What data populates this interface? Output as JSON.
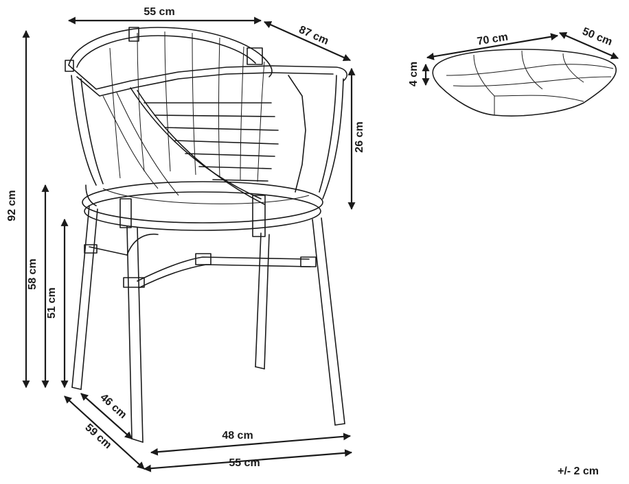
{
  "dimensions": {
    "chair_top_width": "55 cm",
    "chair_side_depth": "87 cm",
    "chair_height_total": "92 cm",
    "armrest_height": "58 cm",
    "seat_height": "51 cm",
    "backrest_height": "26 cm",
    "seat_depth": "46 cm",
    "chair_depth": "59 cm",
    "seat_width": "48 cm",
    "chair_bottom_width": "55 cm",
    "cushion_width": "70 cm",
    "cushion_depth": "50 cm",
    "cushion_thickness": "4 cm"
  },
  "tolerance": "+/- 2 cm"
}
